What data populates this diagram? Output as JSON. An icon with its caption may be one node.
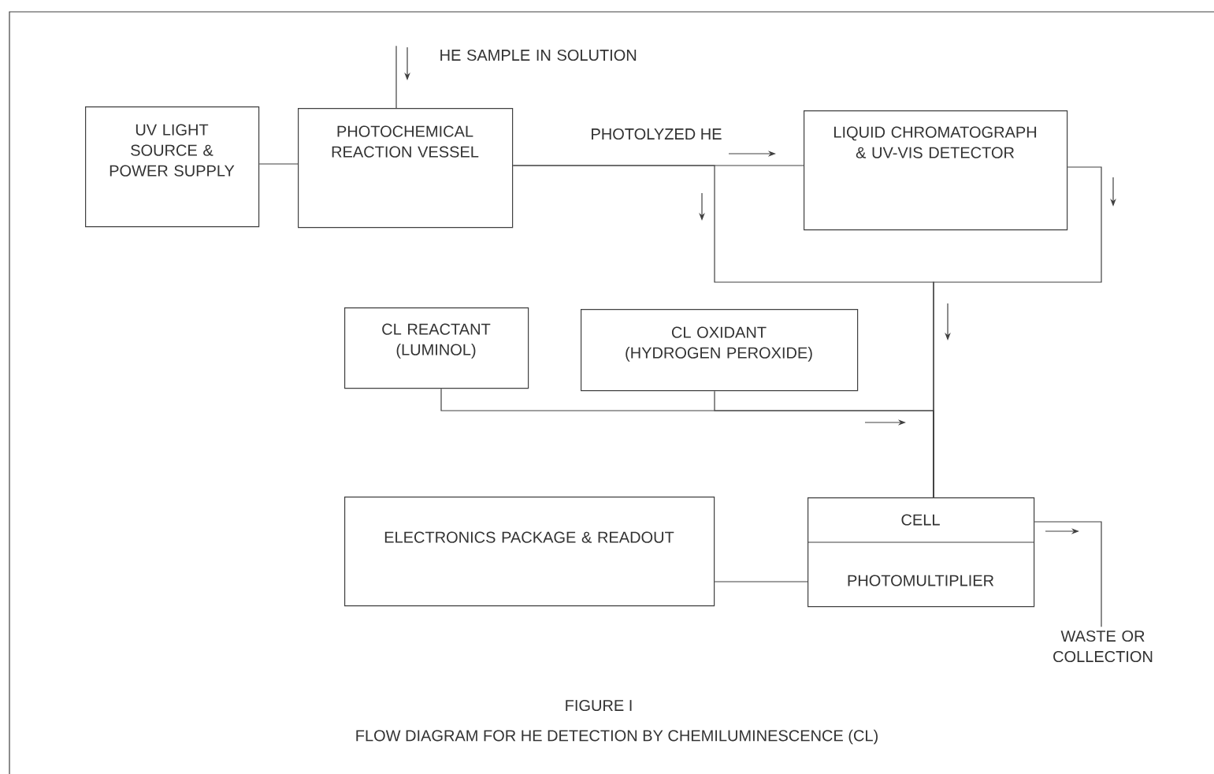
{
  "diagram": {
    "caption": "FLOW DIAGRAM FOR HE DETECTION BY CHEMILUMINESCENCE (CL)",
    "nodes": [
      {
        "text": [
          "UV LIGHT SOURCE & POWER SUPPLY"
        ]
      },
      {
        "text": [
          "PHOTOCHEMICAL REACTION VESSEL"
        ]
      },
      {
        "text": [
          "HE SAMPLE IN SOLUTION"
        ]
      },
      {
        "text": [
          "LIQUID CHROMATOGRAPH & UV-VIS DETECTOR"
        ]
      },
      {
        "text": [
          "CL REACTANT (LUMINOL)"
        ]
      },
      {
        "text": [
          "CL OXIDANT (HYDROGEN PEROXIDE)"
        ]
      },
      {
        "text": [
          "ELECTRONICS PACKAGE & READOUT"
        ]
      },
      {
        "text": [
          "CELL",
          "PHOTOMULTIPLIER"
        ]
      },
      {
        "text": [
          "WASTE OR COLLECTION"
        ]
      }
    ],
    "edges": [
      {
        "from": 0,
        "to": 1,
        "arrow": "none"
      },
      {
        "from": 2,
        "to": 1,
        "arrow": "none"
      },
      {
        "from": 1,
        "to": 3,
        "arrow": "none",
        "label": "PHOTOLYZED HE"
      },
      {
        "from": 1,
        "to": 7,
        "arrow": "none"
      },
      {
        "from": 3,
        "to": 7,
        "arrow": "none"
      },
      {
        "from": 4,
        "to": 7,
        "arrow": "none"
      },
      {
        "from": 5,
        "to": 7,
        "arrow": "none"
      },
      {
        "from": 6,
        "to": 7,
        "arrow": "none"
      },
      {
        "from": 7,
        "to": 8,
        "arrow": "none"
      }
    ],
    "labels": [
      "FIGURE I"
    ]
  }
}
